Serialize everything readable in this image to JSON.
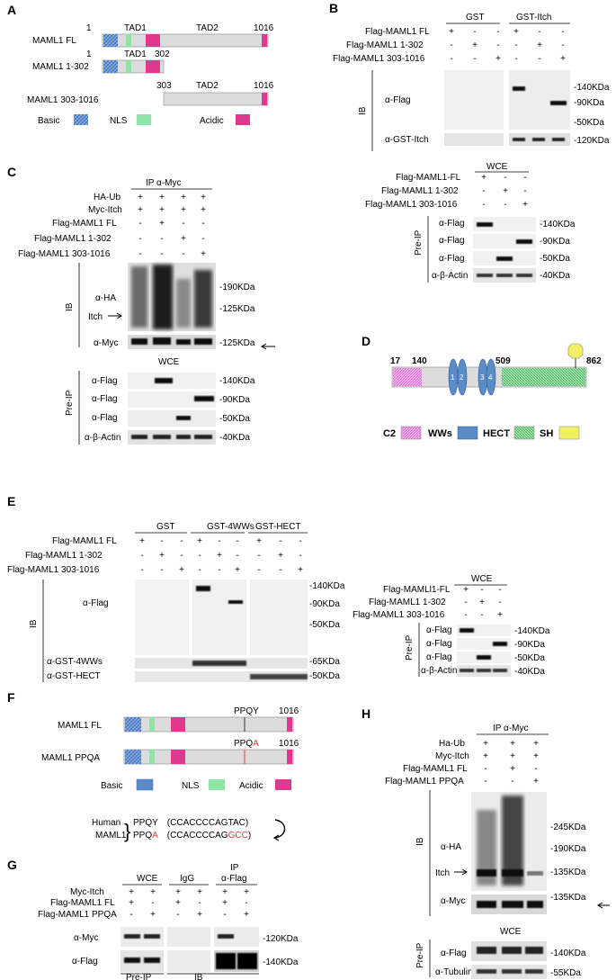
{
  "colors": {
    "basic_fill": "#8fb4e3",
    "basic_hatch": "#3e6fb8",
    "nls": "#8fe3a5",
    "acidic": "#e0388f",
    "c2": "#f08ae0",
    "wws": "#5b8cc7",
    "hect": "#7ed88e",
    "sh": "#f0f060",
    "domain_bar": "#dcdcdc",
    "mutation_red": "#e0443a"
  },
  "panelA": {
    "letter": "A",
    "constructs": [
      {
        "name": "MAML1 FL",
        "start": "1",
        "end": "1016",
        "tad1": "TAD1",
        "tad2": "TAD2"
      },
      {
        "name": "MAML1 1-302",
        "start": "1",
        "end": "302",
        "tad1": "TAD1"
      },
      {
        "name": "MAML1 303-1016",
        "start": "303",
        "end": "1016",
        "tad2": "TAD2"
      }
    ],
    "legend": [
      "Basic",
      "NLS",
      "Acidic"
    ]
  },
  "panelB": {
    "letter": "B",
    "groups": [
      "GST",
      "GST-Itch"
    ],
    "rows": [
      "Flag-MAML1 FL",
      "Flag-MAML1 1-302",
      "Flag-MAML1 303-1016"
    ],
    "signs": [
      [
        "+",
        "-",
        "-",
        "+",
        "-",
        "-"
      ],
      [
        "-",
        "+",
        "-",
        "-",
        "+",
        "-"
      ],
      [
        "-",
        "-",
        "+",
        "-",
        "-",
        "+"
      ]
    ],
    "ib_label": "IB",
    "antibodies": [
      "α-Flag",
      "α-GST-Itch"
    ],
    "markers": [
      "-140KDa",
      "-90KDa",
      "-50KDa",
      "-120KDa"
    ],
    "wce_title": "WCE",
    "wce_rows": [
      "Flag-MAML1-FL",
      "Flag-MAML1 1-302",
      "Flag-MAML1 303-1016"
    ],
    "wce_signs": [
      [
        "+",
        "-",
        "-"
      ],
      [
        "-",
        "+",
        "-"
      ],
      [
        "-",
        "-",
        "+"
      ]
    ],
    "preip_label": "Pre-IP",
    "wce_antibodies": [
      "α-Flag",
      "α-Flag",
      "α-Flag",
      "α-β-Actin"
    ],
    "wce_markers": [
      "-140KDa",
      "-90KDa",
      "-50KDa",
      "-40KDa"
    ]
  },
  "panelC": {
    "letter": "C",
    "title": "IP α-Myc",
    "rows": [
      "HA-Ub",
      "Myc-Itch",
      "Flag-MAML1 FL",
      "Flag-MAML1 1-302",
      "Flag-MAML1 303-1016"
    ],
    "signs": [
      [
        "+",
        "+",
        "+",
        "+"
      ],
      [
        "+",
        "+",
        "+",
        "+"
      ],
      [
        "-",
        "+",
        "-",
        "-"
      ],
      [
        "-",
        "-",
        "+",
        "-"
      ],
      [
        "-",
        "-",
        "-",
        "+"
      ]
    ],
    "ib_label": "IB",
    "antibodies": [
      "α-HA",
      "Itch",
      "α-Myc"
    ],
    "markers": [
      "-190KDa",
      "-125KDa",
      "-125KDa"
    ],
    "wce_title": "WCE",
    "preip_label": "Pre-IP",
    "wce_antibodies": [
      "α-Flag",
      "α-Flag",
      "α-Flag",
      "α-β-Actin"
    ],
    "wce_markers": [
      "-140KDa",
      "-90KDa",
      "-50KDa",
      "-40KDa"
    ]
  },
  "panelD": {
    "letter": "D",
    "positions": [
      "17",
      "140",
      "509",
      "862"
    ],
    "ww_numbers": [
      "1",
      "2",
      "3",
      "4"
    ],
    "legend": [
      "C2",
      "WWs",
      "HECT",
      "SH"
    ]
  },
  "panelE": {
    "letter": "E",
    "groups": [
      "GST",
      "GST-4WWs",
      "GST-HECT"
    ],
    "rows": [
      "Flag-MAML1 FL",
      "Flag-MAML1 1-302",
      "Flag-MAML1 303-1016"
    ],
    "signs": [
      [
        "+",
        "-",
        "-",
        "+",
        "-",
        "-",
        "+",
        "-",
        "-"
      ],
      [
        "-",
        "+",
        "-",
        "-",
        "+",
        "-",
        "-",
        "+",
        "-"
      ],
      [
        "-",
        "-",
        "+",
        "-",
        "-",
        "+",
        "-",
        "-",
        "+"
      ]
    ],
    "ib_label": "IB",
    "antibodies": [
      "α-Flag",
      "α-GST-4WWs",
      "α-GST-HECT"
    ],
    "markers": [
      "-140KDa",
      "-90KDa",
      "-50KDa",
      "-65KDa",
      "-50KDa"
    ],
    "wce_title": "WCE",
    "wce_rows": [
      "Flag-MAMLl1-FL",
      "Flag-MAML1 1-302",
      "Flag-MAML1 303-1016"
    ],
    "wce_signs": [
      [
        "+",
        "-",
        "-"
      ],
      [
        "-",
        "+",
        "-"
      ],
      [
        "-",
        "-",
        "+"
      ]
    ],
    "preip_label": "Pre-IP",
    "wce_antibodies": [
      "α-Flag",
      "α-Flag",
      "α-Flag",
      "α-β-Actin"
    ],
    "wce_markers": [
      "-140KDa",
      "-90KDa",
      "-50KDa",
      "-40KDa"
    ]
  },
  "panelF": {
    "letter": "F",
    "constructs": [
      {
        "name": "MAML1 FL",
        "motif": "PPQY",
        "end": "1016"
      },
      {
        "name": "MAML1 PPQA",
        "motif_prefix": "PPQ",
        "motif_mut": "A",
        "end": "1016"
      }
    ],
    "legend": [
      "Basic",
      "NLS",
      "Acidic"
    ],
    "seq_species": [
      "Human",
      "MAML1"
    ],
    "seq_wt_motif": "PPQY",
    "seq_wt_codons": "(CCACCCCAGTAC)",
    "seq_mut_prefix": "PPQ",
    "seq_mut_aa": "A",
    "seq_mut_codons_prefix": "(CCACCCCAG",
    "seq_mut_codons_red": "GCC",
    "seq_mut_codons_suffix": ")"
  },
  "panelG": {
    "letter": "G",
    "groups": [
      "WCE",
      "IgG",
      "IP",
      "α-Flag"
    ],
    "rows": [
      "Myc-Itch",
      "Flag-MAML1 FL",
      "Flag-MAML1 PPQA"
    ],
    "signs": [
      [
        "+",
        "+",
        "+",
        "+",
        "+",
        "+"
      ],
      [
        "+",
        "-",
        "+",
        "-",
        "+",
        "-"
      ],
      [
        "-",
        "+",
        "-",
        "+",
        "-",
        "+"
      ]
    ],
    "antibodies": [
      "α-Myc",
      "α-Flag"
    ],
    "markers": [
      "-120KDa",
      "-140KDa"
    ],
    "bottom_labels": [
      "Pre-IP",
      "IB"
    ]
  },
  "panelH": {
    "letter": "H",
    "title": "IP α-Myc",
    "rows": [
      "Ha-Ub",
      "Myc-Itch",
      "Flag-MAML1 FL",
      "Flag-MAML1 PPQA"
    ],
    "signs": [
      [
        "+",
        "+",
        "+"
      ],
      [
        "+",
        "+",
        "+"
      ],
      [
        "-",
        "+",
        "-"
      ],
      [
        "-",
        "-",
        "+"
      ]
    ],
    "ib_label": "IB",
    "antibodies": [
      "α-HA",
      "Itch",
      "α-Myc"
    ],
    "markers": [
      "-245KDa",
      "-190KDa",
      "-135KDa",
      "-135KDa"
    ],
    "wce_title": "WCE",
    "preip_label": "Pre-IP",
    "wce_antibodies": [
      "α-Flag",
      "α-Tubulin"
    ],
    "wce_markers": [
      "-140KDa",
      "-55KDa"
    ]
  }
}
